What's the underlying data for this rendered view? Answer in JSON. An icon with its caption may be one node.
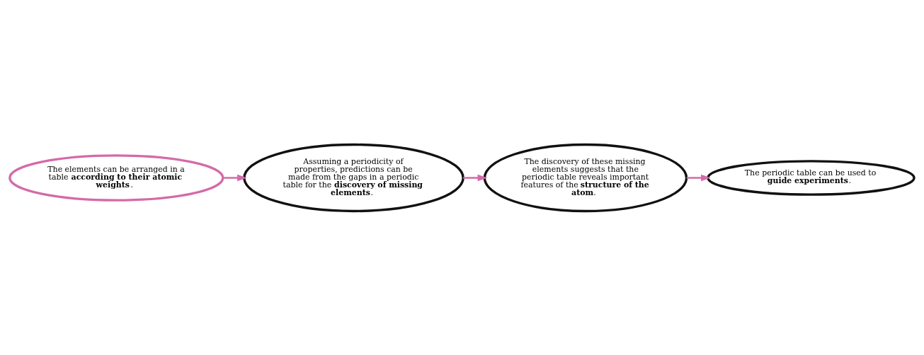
{
  "diagram": {
    "nodes": [
      {
        "text": [
          "The elements can be arranged in a table **according to their atomic weights**."
        ]
      },
      {
        "text": [
          "Assuming a periodicity of properties, predictions can be made from the gaps in a periodic table for the **discovery of missing elements**."
        ]
      },
      {
        "text": [
          "The discovery of these missing elements suggests that the periodic table reveals important features of the **structure of the atom**."
        ]
      },
      {
        "text": [
          "The periodic table can be used to **guide experiments**."
        ]
      }
    ],
    "edges": [
      {
        "from": 0,
        "to": 1,
        "arrow": "to"
      },
      {
        "from": 1,
        "to": 2,
        "arrow": "to"
      },
      {
        "from": 2,
        "to": 3,
        "arrow": "to"
      }
    ]
  }
}
